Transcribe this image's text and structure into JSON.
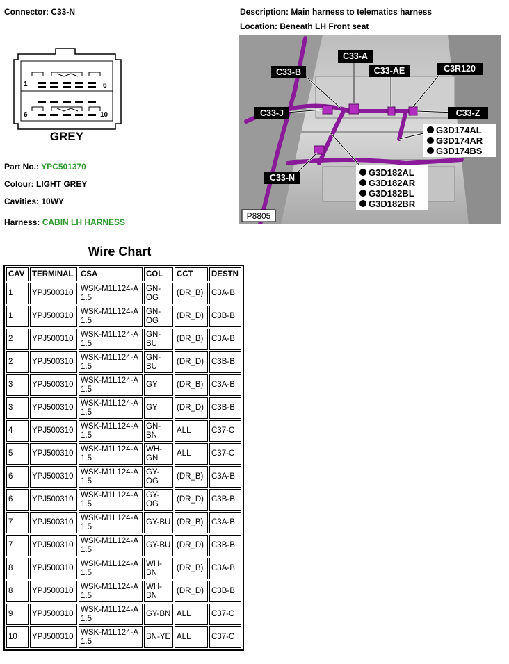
{
  "connector": {
    "label": "Connector:",
    "value": "C33-N",
    "color_text": "GREY",
    "pin_left_top": "1",
    "pin_right_top": "6",
    "pin_left_bottom": "6",
    "pin_right_bottom": "10"
  },
  "description": {
    "label": "Description:",
    "value": "Main harness to telematics harness"
  },
  "location": {
    "label": "Location:",
    "value": "Beneath LH Front seat"
  },
  "part_no": {
    "label": "Part No.:",
    "value": "YPC501370"
  },
  "colour": {
    "label": "Colour:",
    "value": "LIGHT GREY"
  },
  "cavities": {
    "label": "Cavities:",
    "value": "10WY"
  },
  "harness": {
    "label": "Harness:",
    "value": "CABIN LH HARNESS"
  },
  "photo": {
    "callouts": {
      "c33b": "C33-B",
      "c33a": "C33-A",
      "c33ae": "C33-AE",
      "c3r120": "C3R120",
      "c33j": "C33-J",
      "c33z": "C33-Z",
      "c33n": "C33-N"
    },
    "grounds_a": [
      "G3D174AL",
      "G3D174AR",
      "G3D174BS"
    ],
    "grounds_b": [
      "G3D182AL",
      "G3D182AR",
      "G3D182BL",
      "G3D182BR"
    ],
    "ref": "P8805"
  },
  "wire_chart": {
    "title": "Wire Chart",
    "headers": [
      "CAV",
      "TERMINAL",
      "CSA",
      "COL",
      "CCT",
      "DESTN"
    ],
    "rows": [
      [
        "1",
        "YPJ500310",
        "WSK-M1L124-A 1.5",
        "GN-OG",
        "(DR_B)",
        "C3A-B"
      ],
      [
        "1",
        "YPJ500310",
        "WSK-M1L124-A 1.5",
        "GN-OG",
        "(DR_D)",
        "C3B-B"
      ],
      [
        "2",
        "YPJ500310",
        "WSK-M1L124-A 1.5",
        "GN-BU",
        "(DR_B)",
        "C3A-B"
      ],
      [
        "2",
        "YPJ500310",
        "WSK-M1L124-A 1.5",
        "GN-BU",
        "(DR_D)",
        "C3B-B"
      ],
      [
        "3",
        "YPJ500310",
        "WSK-M1L124-A 1.5",
        "GY",
        "(DR_B)",
        "C3A-B"
      ],
      [
        "3",
        "YPJ500310",
        "WSK-M1L124-A 1.5",
        "GY",
        "(DR_D)",
        "C3B-B"
      ],
      [
        "4",
        "YPJ500310",
        "WSK-M1L124-A 1.5",
        "GN-BN",
        "ALL",
        "C37-C"
      ],
      [
        "5",
        "YPJ500310",
        "WSK-M1L124-A 1.5",
        "WH-GN",
        "ALL",
        "C37-C"
      ],
      [
        "6",
        "YPJ500310",
        "WSK-M1L124-A 1.5",
        "GY-OG",
        "(DR_B)",
        "C3A-B"
      ],
      [
        "6",
        "YPJ500310",
        "WSK-M1L124-A 1.5",
        "GY-OG",
        "(DR_D)",
        "C3B-B"
      ],
      [
        "7",
        "YPJ500310",
        "WSK-M1L124-A 1.5",
        "GY-BU",
        "(DR_B)",
        "C3A-B"
      ],
      [
        "7",
        "YPJ500310",
        "WSK-M1L124-A 1.5",
        "GY-BU",
        "(DR_D)",
        "C3B-B"
      ],
      [
        "8",
        "YPJ500310",
        "WSK-M1L124-A 1.5",
        "WH-BN",
        "(DR_B)",
        "C3A-B"
      ],
      [
        "8",
        "YPJ500310",
        "WSK-M1L124-A 1.5",
        "WH-BN",
        "(DR_D)",
        "C3B-B"
      ],
      [
        "9",
        "YPJ500310",
        "WSK-M1L124-A 1.5",
        "GY-BN",
        "ALL",
        "C37-C"
      ],
      [
        "10",
        "YPJ500310",
        "WSK-M1L124-A 1.5",
        "BN-YE",
        "ALL",
        "C37-C"
      ]
    ]
  },
  "colors": {
    "link_green": "#2e9a2e",
    "harness_purple": "#8a1a9a",
    "callout_bg": "#000000"
  }
}
